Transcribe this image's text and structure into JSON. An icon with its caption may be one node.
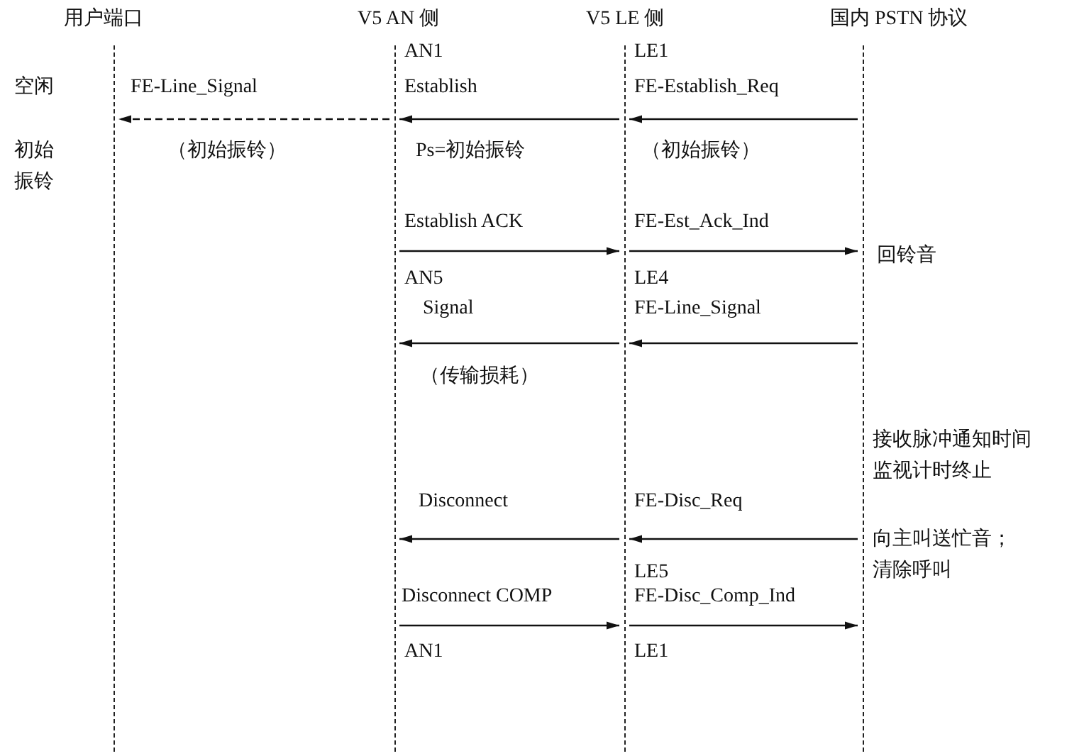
{
  "diagram": {
    "nodes": [
      {
        "text": [
          "用户端口"
        ]
      },
      {
        "text": [
          "V5 AN 侧"
        ]
      },
      {
        "text": [
          "V5 LE 侧"
        ]
      },
      {
        "text": [
          "国内 PSTN 协议"
        ]
      }
    ],
    "edges": [
      {
        "from": 1,
        "to": 0,
        "arrow": "to",
        "label": "FE-Line_Signal",
        "style": "dashed"
      },
      {
        "from": 2,
        "to": 1,
        "arrow": "to",
        "label": "Establish"
      },
      {
        "from": 3,
        "to": 2,
        "arrow": "to",
        "label": "FE-Establish_Req"
      },
      {
        "from": 1,
        "to": 2,
        "arrow": "to",
        "label": "Establish ACK"
      },
      {
        "from": 2,
        "to": 3,
        "arrow": "to",
        "label": "FE-Est_Ack_Ind"
      },
      {
        "from": 2,
        "to": 1,
        "arrow": "to",
        "label": "Signal"
      },
      {
        "from": 3,
        "to": 2,
        "arrow": "to",
        "label": "FE-Line_Signal"
      },
      {
        "from": 2,
        "to": 1,
        "arrow": "to",
        "label": "Disconnect"
      },
      {
        "from": 3,
        "to": 2,
        "arrow": "to",
        "label": "FE-Disc_Req"
      },
      {
        "from": 1,
        "to": 2,
        "arrow": "to",
        "label": "Disconnect COMP"
      },
      {
        "from": 2,
        "to": 3,
        "arrow": "to",
        "label": "FE-Disc_Comp_Ind"
      }
    ],
    "labels": [
      "AN1",
      "LE1",
      "空闲",
      "初始振铃",
      "（初始振铃）",
      "Ps=初始振铃",
      "（初始振铃）",
      "回铃音",
      "AN5",
      "LE4",
      "（传输损耗）",
      "接收脉冲通知时间监视计时终止",
      "向主叫送忙音；清除呼叫",
      "LE5",
      "AN1",
      "LE1"
    ]
  }
}
